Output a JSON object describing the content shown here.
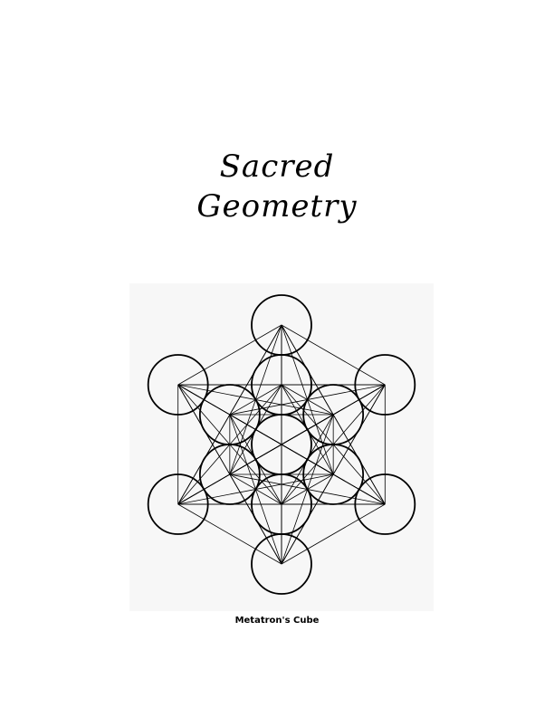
{
  "page": {
    "title_line1": "Sacred",
    "title_line2": "Geometry",
    "caption": "Metatron's Cube"
  },
  "figure": {
    "name": "metatrons-cube",
    "stroke_color": "#000000",
    "background_color": "#f7f7f7"
  }
}
